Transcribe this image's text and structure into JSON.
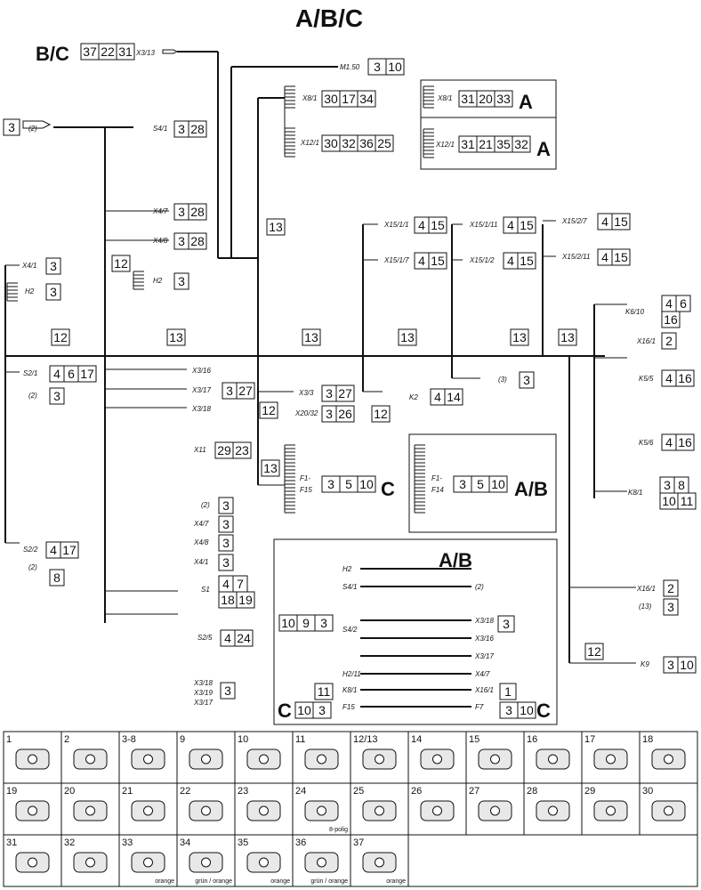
{
  "title": "A/B/C",
  "variant_letters": {
    "bc": "B/C",
    "a": "A",
    "c": "C",
    "ab": "A/B"
  },
  "header_connector": {
    "label": "X3/13",
    "codes": [
      "37",
      "22",
      "31"
    ]
  },
  "top_wire": {
    "label": "M1.50",
    "codes": [
      "3",
      "10"
    ]
  },
  "connectors": {
    "x8_1": {
      "label": "X8/1",
      "codes": [
        "30",
        "17",
        "34"
      ]
    },
    "x12_1": {
      "label": "X12/1",
      "codes": [
        "30",
        "32",
        "36",
        "25"
      ]
    },
    "s4_1": {
      "label": "S4/1",
      "codes": [
        "3",
        "28"
      ]
    },
    "x4_7": {
      "label": "X4/7",
      "codes": [
        "3",
        "28"
      ]
    },
    "x4_8": {
      "label": "X4/8",
      "codes": [
        "3",
        "28"
      ]
    },
    "x4_1": {
      "label": "X4/1",
      "codes": [
        "3"
      ]
    },
    "h2": {
      "label": "H2",
      "codes": [
        "3"
      ]
    },
    "h2_mid": {
      "label": "H2",
      "codes": [
        "3"
      ]
    },
    "x15_1_1": {
      "label": "X15/1/1",
      "codes": [
        "4",
        "15"
      ]
    },
    "x15_1_7": {
      "label": "X15/1/7",
      "codes": [
        "4",
        "15"
      ]
    },
    "x15_1_11": {
      "label": "X15/1/11",
      "codes": [
        "4",
        "15"
      ]
    },
    "x15_1_2": {
      "label": "X15/1/2",
      "codes": [
        "4",
        "15"
      ]
    },
    "x15_2_7": {
      "label": "X15/2/7",
      "codes": [
        "4",
        "15"
      ]
    },
    "x15_2_11": {
      "label": "X15/2/11",
      "codes": [
        "4",
        "15"
      ]
    },
    "k6_10": {
      "label": "K6/10",
      "codes": [
        "4",
        "6",
        "16"
      ]
    },
    "x16_1_top": {
      "label": "X16/1",
      "codes": [
        "2"
      ]
    },
    "s2_1": {
      "label": "S2/1",
      "codes": [
        "4",
        "6",
        "17"
      ]
    },
    "two_left": {
      "label": "(2)",
      "codes": [
        "3"
      ]
    },
    "x3_16": {
      "label": "X3/16"
    },
    "x3_17": {
      "label": "X3/17",
      "codes": [
        "3",
        "27"
      ]
    },
    "x3_18": {
      "label": "X3/18"
    },
    "x3_3": {
      "label": "X3/3",
      "codes": [
        "3",
        "27"
      ]
    },
    "x20_32": {
      "label": "X20/32",
      "codes": [
        "3",
        "26"
      ]
    },
    "k2": {
      "label": "K2",
      "codes": [
        "4",
        "14"
      ]
    },
    "three": {
      "label": "(3)",
      "codes": [
        "3"
      ]
    },
    "k5_5": {
      "label": "K5/5",
      "codes": [
        "4",
        "16"
      ]
    },
    "k5_6": {
      "label": "K5/6",
      "codes": [
        "4",
        "16"
      ]
    },
    "k8_1": {
      "label": "K8/1",
      "codes": [
        "3",
        "8",
        "10",
        "11"
      ]
    },
    "x11": {
      "label": "X11",
      "codes": [
        "29",
        "23"
      ]
    },
    "two_mid": {
      "label": "(2)",
      "codes": [
        "3"
      ]
    },
    "x4_7b": {
      "label": "X4/7",
      "codes": [
        "3"
      ]
    },
    "x4_8b": {
      "label": "X4/8",
      "codes": [
        "3"
      ]
    },
    "x4_1b": {
      "label": "X4/1",
      "codes": [
        "3"
      ]
    },
    "f1_f15": {
      "label1": "F1-",
      "label2": "F15",
      "codes": [
        "3",
        "5",
        "10"
      ]
    },
    "f1_f14": {
      "label1": "F1-",
      "label2": "F14",
      "codes": [
        "3",
        "5",
        "10"
      ]
    },
    "s2_2": {
      "label": "S2/2",
      "codes": [
        "4",
        "17"
      ]
    },
    "two_low": {
      "label": "(2)",
      "codes": [
        "8"
      ]
    },
    "s1": {
      "label": "S1",
      "codes": [
        "4",
        "7",
        "18",
        "19"
      ]
    },
    "s2_5": {
      "label": "S2/5",
      "codes": [
        "4",
        "24"
      ]
    },
    "x3_18b": {
      "label": "X3/18"
    },
    "x3_19": {
      "label": "X3/19",
      "codes": [
        "3"
      ]
    },
    "x3_17b": {
      "label": "X3/17"
    },
    "x16_1_low": {
      "label": "X16/1",
      "codes": [
        "2"
      ]
    },
    "thirteen_low": {
      "label": "(13)",
      "codes": [
        "3"
      ]
    },
    "k9": {
      "label": "K9",
      "codes": [
        "3",
        "10"
      ]
    }
  },
  "a_boxes": {
    "x8_1": {
      "label": "X8/1",
      "codes": [
        "31",
        "20",
        "33"
      ]
    },
    "x12_1": {
      "label": "X12/1",
      "codes": [
        "31",
        "21",
        "35",
        "32"
      ]
    }
  },
  "branch_numbers": [
    "12",
    "13",
    "13",
    "13",
    "13",
    "13",
    "13",
    "12",
    "13",
    "12",
    "12",
    "12"
  ],
  "ab_box": {
    "left_labels": [
      "H2",
      "S4/1",
      "S4/2",
      "H2/11",
      "K8/1",
      "F15"
    ],
    "right_labels": [
      "(2)",
      "X3/18",
      "X3/16",
      "X3/17",
      "X4/7",
      "X16/1",
      "F7"
    ],
    "left_codes": [
      "10",
      "9",
      "3"
    ],
    "right_code": "3",
    "k8_code": "11",
    "x16_code": "1",
    "c_left_codes": [
      "10",
      "3"
    ],
    "c_right_codes": [
      "3",
      "10"
    ]
  },
  "legend": [
    {
      "n": "1"
    },
    {
      "n": "2"
    },
    {
      "n": "3-8"
    },
    {
      "n": "9"
    },
    {
      "n": "10"
    },
    {
      "n": "11"
    },
    {
      "n": "12/13"
    },
    {
      "n": "14"
    },
    {
      "n": "15"
    },
    {
      "n": "16"
    },
    {
      "n": "17"
    },
    {
      "n": "18"
    },
    {
      "n": "19"
    },
    {
      "n": "20"
    },
    {
      "n": "21"
    },
    {
      "n": "22"
    },
    {
      "n": "23"
    },
    {
      "n": "24",
      "note": "8-polig"
    },
    {
      "n": "25"
    },
    {
      "n": "26"
    },
    {
      "n": "27"
    },
    {
      "n": "28"
    },
    {
      "n": "29"
    },
    {
      "n": "30"
    },
    {
      "n": "31"
    },
    {
      "n": "32"
    },
    {
      "n": "33",
      "note": "orange"
    },
    {
      "n": "34",
      "note": "grün / orange"
    },
    {
      "n": "35",
      "note": "orange"
    },
    {
      "n": "36",
      "note": "grün / orange"
    },
    {
      "n": "37",
      "note": "orange"
    }
  ]
}
